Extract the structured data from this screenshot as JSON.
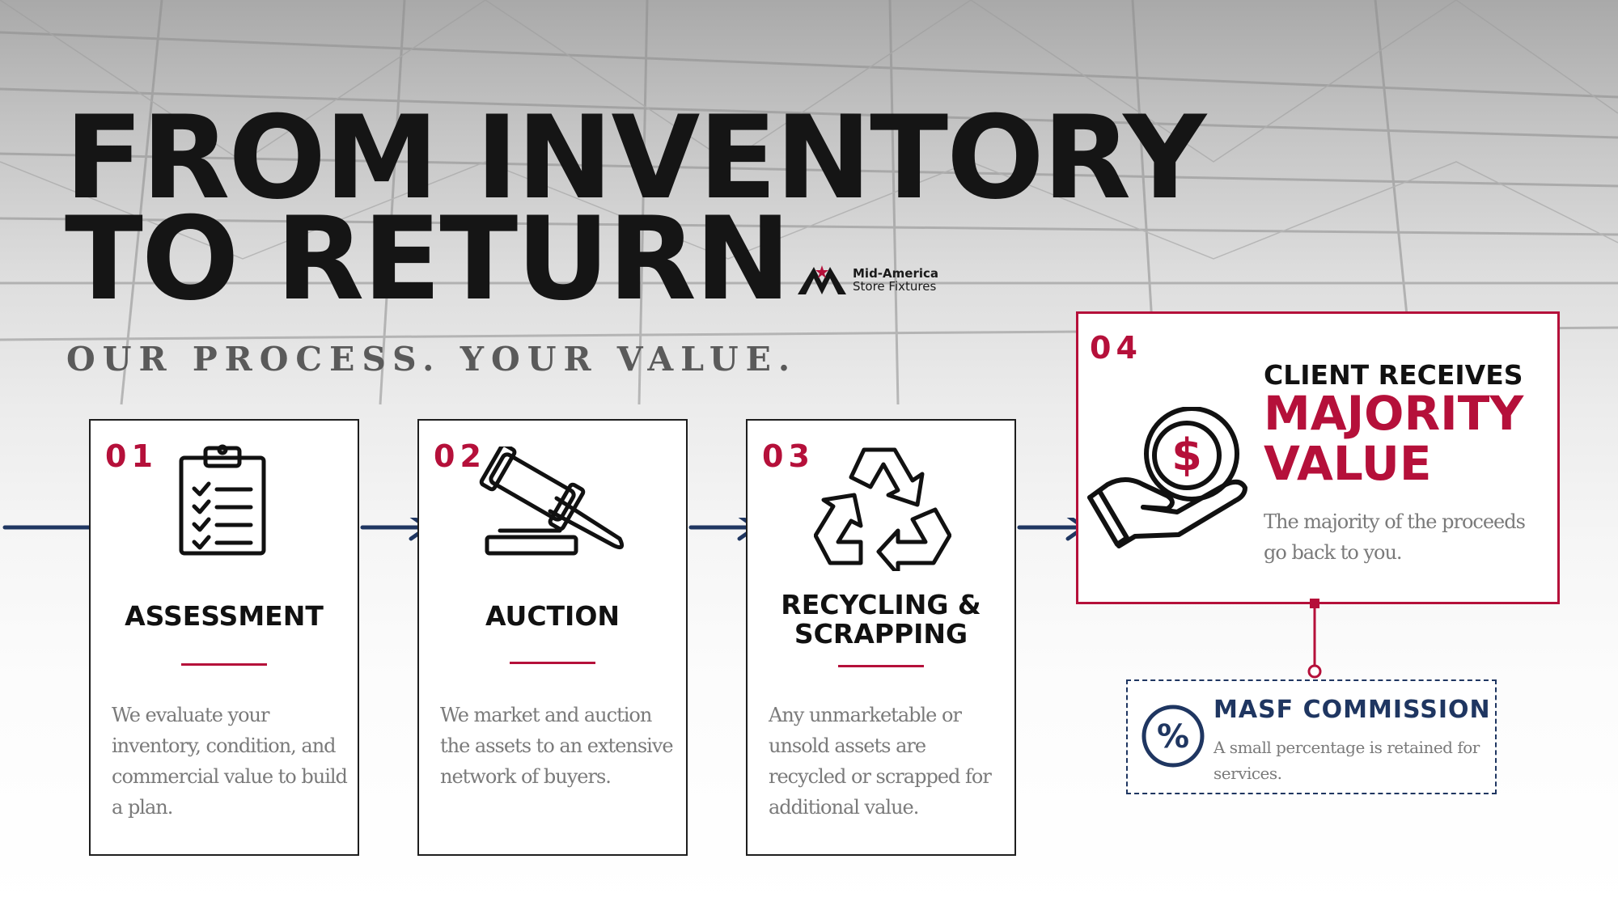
{
  "header": {
    "title_line1": "FROM INVENTORY",
    "title_line2": "TO RETURN",
    "subtitle": "OUR PROCESS. YOUR VALUE."
  },
  "logo": {
    "line1": "Mid-America",
    "line2": "Store Fixtures",
    "icon": "mid-america-logo-icon"
  },
  "colors": {
    "accent": "#b5103a",
    "navy": "#1f3661",
    "text": "#151515",
    "muted": "#7a7a7a"
  },
  "steps": [
    {
      "number": "01",
      "title": "ASSESSMENT",
      "icon": "clipboard-checklist-icon",
      "description": "We evaluate your inventory, condition, and commercial value to build a plan."
    },
    {
      "number": "02",
      "title": "AUCTION",
      "icon": "gavel-icon",
      "description": "We market and auction the assets to an extensive network of buyers."
    },
    {
      "number": "03",
      "title_line1": "RECYCLING &",
      "title_line2": "SCRAPPING",
      "icon": "recycle-icon",
      "description": "Any unmarketable or unsold assets are recycled or scrapped for additional value."
    },
    {
      "number": "04",
      "title_pre": "CLIENT RECEIVES",
      "title_main": "MAJORITY VALUE",
      "icon": "hand-coin-dollar-icon",
      "description": "The majority of the proceeds go back to you."
    }
  ],
  "commission": {
    "title": "MASF COMMISSION",
    "icon": "percent-icon",
    "description": "A small percentage is retained for services."
  }
}
